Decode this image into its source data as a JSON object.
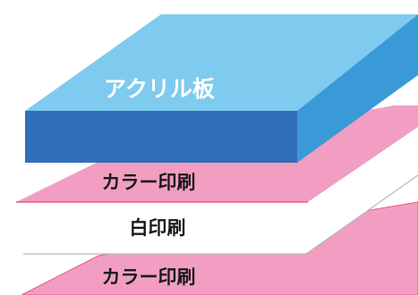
{
  "diagram": {
    "layers": [
      {
        "label": "アクリル板",
        "role": "acrylic-plate"
      },
      {
        "label": "カラー印刷",
        "role": "color-print-top"
      },
      {
        "label": "白印刷",
        "role": "white-print"
      },
      {
        "label": "カラー印刷",
        "role": "color-print-bottom"
      }
    ]
  },
  "colors": {
    "acrylic_top": "#7ecbef",
    "acrylic_side": "#3a9ad8",
    "acrylic_front": "#2f6fb8",
    "acrylic_label": "#ffffff",
    "pink_sheet": "#f19ec2",
    "pink_edge": "#e85a8c",
    "white_sheet": "#ffffff",
    "white_edge": "#b8b8b8",
    "print_label": "#1a1a1a"
  }
}
